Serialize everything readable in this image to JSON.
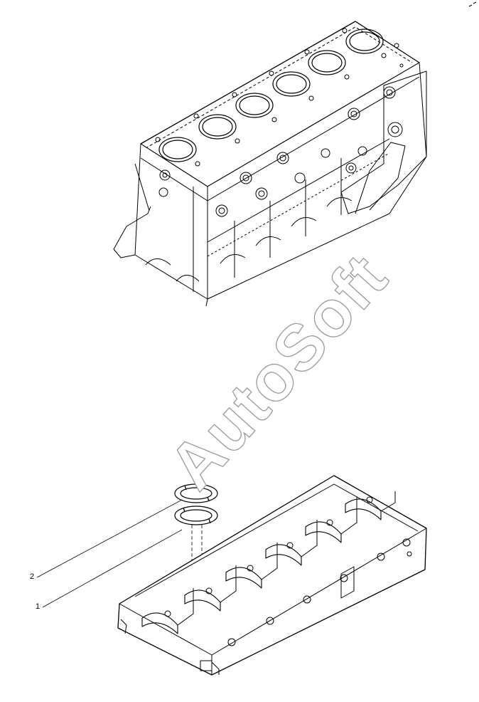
{
  "diagram": {
    "callouts": [
      {
        "id": "1",
        "label": "1"
      },
      {
        "id": "2",
        "label": "2"
      }
    ],
    "watermark": "AutoSoft",
    "parts": [
      {
        "name": "engine-block"
      },
      {
        "name": "bearing-ladder-frame"
      },
      {
        "name": "thrust-washer-upper"
      },
      {
        "name": "thrust-washer-lower"
      }
    ]
  }
}
